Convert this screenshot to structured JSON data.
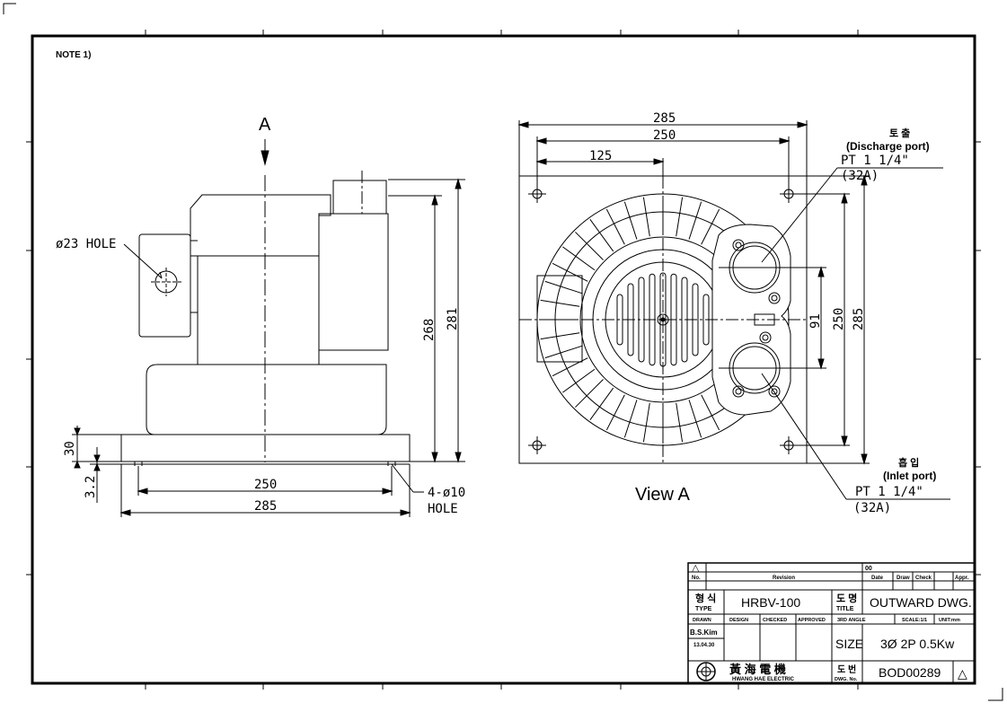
{
  "note": "NOTE 1)",
  "view_marker": "A",
  "view_caption": "View A",
  "side_view": {
    "hole_label": "ø23 HOLE",
    "dim_268": "268",
    "dim_281": "281",
    "dim_30": "30",
    "dim_3_2": "3.2",
    "dim_250": "250",
    "dim_285": "285",
    "base_hole_line1": "4-ø10",
    "base_hole_line2": "HOLE"
  },
  "front_view": {
    "dim_top_285": "285",
    "dim_top_250": "250",
    "dim_top_125": "125",
    "dim_right_91": "91",
    "dim_right_250": "250",
    "dim_right_285": "285",
    "discharge_kr": "토 출",
    "discharge_en": "(Discharge port)",
    "discharge_thread": "PT 1 1/4\"",
    "discharge_size": "(32A)",
    "inlet_kr": "흡 입",
    "inlet_en": "(Inlet port)",
    "inlet_thread": "PT 1 1/4\"",
    "inlet_size": "(32A)"
  },
  "title_block": {
    "rev_symbol": "△",
    "rev_value": "00",
    "col_no": "No.",
    "col_revision": "Revision",
    "col_date": "Date",
    "col_draw": "Draw",
    "col_check": "Check",
    "col_appr": "Appr.",
    "type_kr": "형 식",
    "type_en": "TYPE",
    "type_value": "HRBV-100",
    "title_kr": "도 명",
    "title_en": "TITLE",
    "title_value": "OUTWARD DWG.",
    "drawn": "DRAWN",
    "design": "DESIGN",
    "checked": "CHECKED",
    "approved": "APPROVED",
    "angle": "3RD ANGLE",
    "scale": "SCALE:1/1",
    "unit": "UNIT:mm",
    "drawer": "B.S.Kim",
    "drawn_date": "13.04.30",
    "size_label": "SIZE",
    "size_value": "3Ø 2P 0.5Kw",
    "company_cn": "黃 海 電 機",
    "company_en": "HWANG HAE ELECTRIC",
    "dwg_kr": "도 번",
    "dwg_en": "DWG. No.",
    "dwg_value": "BOD00289",
    "rev_mark": "△"
  }
}
